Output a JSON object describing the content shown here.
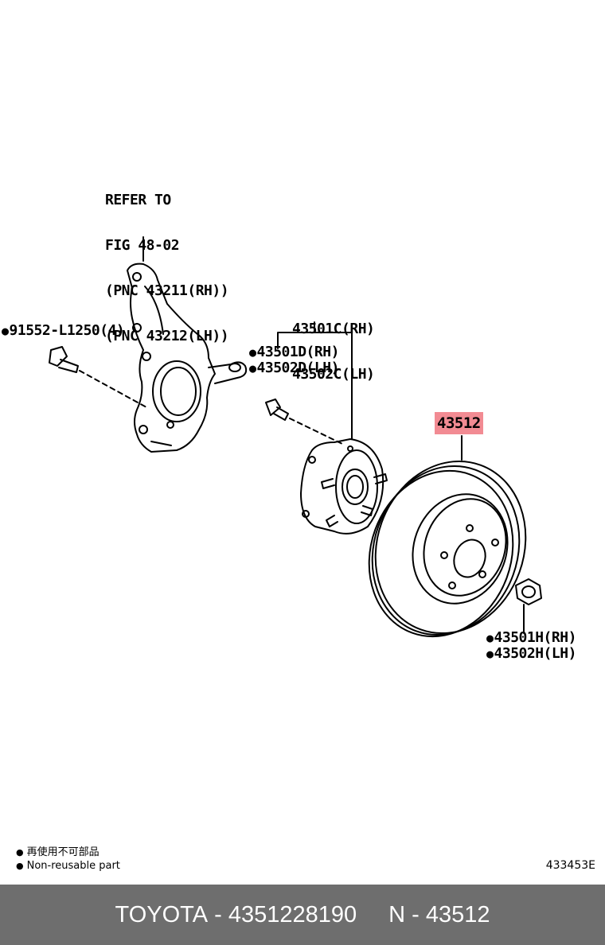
{
  "labels": {
    "refer": [
      "REFER TO",
      "FIG 48-02",
      "(PNC 43211(RH))",
      "(PNC 43212(LH))"
    ],
    "bolt": "91552-L1250(4)",
    "hub_rh": "43501C(RH)",
    "hub_lh": "43502C(LH)",
    "stud_rh": "43501D(RH)",
    "stud_lh": "43502D(LH)",
    "disc": "43512",
    "nut_rh": "43501H(RH)",
    "nut_lh": "43502H(LH)"
  },
  "legend": {
    "jp": "再使用不可部品",
    "en": "Non-reusable part"
  },
  "figure_code": "433453E",
  "footer": {
    "brand": "TOYOTA",
    "part_number": "4351228190",
    "ref": "N - 43512",
    "separator": " - "
  },
  "colors": {
    "highlight": "#f28b93",
    "footer_bg": "#6e6e6e"
  }
}
